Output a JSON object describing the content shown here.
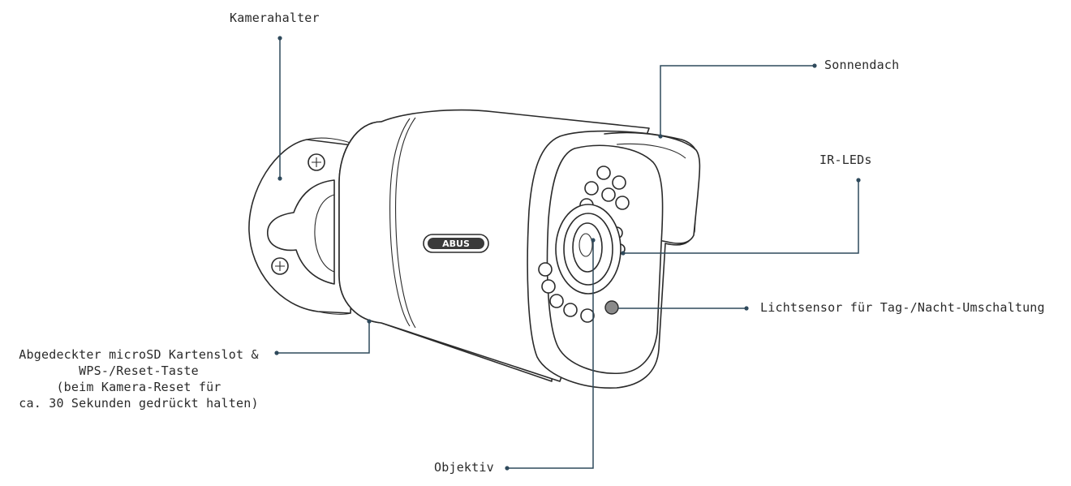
{
  "labels": {
    "camera_mount": "Kamerahalter",
    "sun_shield": "Sonnendach",
    "ir_leds": "IR-LEDs",
    "light_sensor": "Lichtsensor für Tag-/Nacht-Umschaltung",
    "lens": "Objektiv",
    "microsd_lines": [
      "Abgedeckter microSD Kartenslot &",
      "WPS-/Reset-Taste",
      "(beim Kamera-Reset für",
      "ca. 30 Sekunden gedrückt halten)"
    ]
  },
  "brand_logo": "ABUS",
  "colors": {
    "leader_line": "#2f4a5c",
    "outline": "#2a2a2a",
    "light_sensor": "#8a8a8a",
    "background": "#ffffff"
  }
}
